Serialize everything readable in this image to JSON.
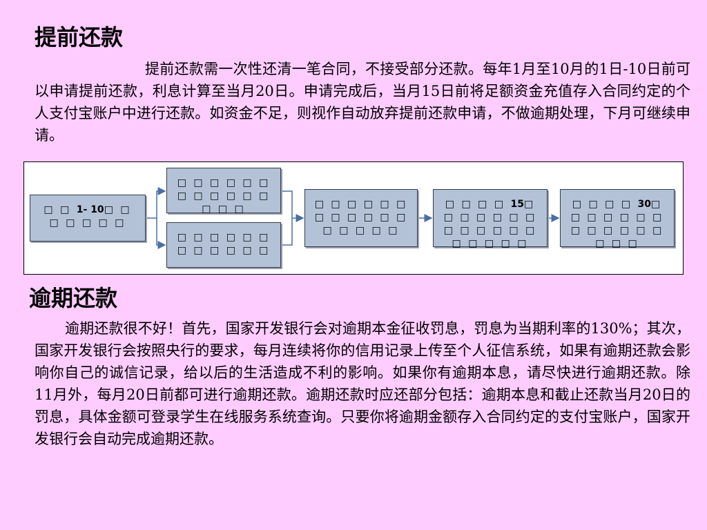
{
  "section1": {
    "title": "提前还款",
    "body": "提前还款需一次性还清一笔合同，不接受部分还款。每年1月至10月的1日-10日前可以申请提前还款，利息计算至当月20日。申请完成后，当月15日前将足额资金充值存入合同约定的个人支付宝账户中进行还款。如资金不足，则视作自动放弃提前还款申请，不做逾期处理，下月可继续申请。"
  },
  "flowchart": {
    "nodes": [
      {
        "pre": "□ □ ",
        "num": "1- 10",
        "post": "□ □ □ □ □ □ □"
      },
      {
        "pre": "□ □ □ □ □ □ □ □ □ □ □ □ □ □ □",
        "num": "",
        "post": ""
      },
      {
        "pre": "□ □ □ □ □ □ □ □ □ □ □ □",
        "num": "",
        "post": ""
      },
      {
        "pre": "□ □ □ □ □ □ □ □ □ □ □ □ □ □ □ □ □",
        "num": "",
        "post": ""
      },
      {
        "pre": "□ □ □ □ ",
        "num": "15",
        "post": "□ □ □ □ □ □ □ □ □ □ □ □ □ □ □ □ □ □"
      },
      {
        "pre": "□ □ □ □ ",
        "num": "30",
        "post": "□ □ □ □ □ □ □ □ □ □ □ □ □ □ □ □"
      }
    ]
  },
  "section2": {
    "title": "逾期还款",
    "body": "逾期还款很不好！首先，国家开发银行会对逾期本金征收罚息，罚息为当期利率的130%；其次，国家开发银行会按照央行的要求，每月连续将你的信用记录上传至个人征信系统，如果有逾期还款会影响你自己的诚信记录，给以后的生活造成不利的影响。如果你有逾期本息，请尽快进行逾期还款。除11月外，每月20日前都可进行逾期还款。逾期还款时应还部分包括：逾期本息和截止还款当月20日的罚息，具体金额可登录学生在线服务系统查询。只要你将逾期金额存入合同约定的支付宝账户，国家开发银行会自动完成逾期还款。"
  }
}
